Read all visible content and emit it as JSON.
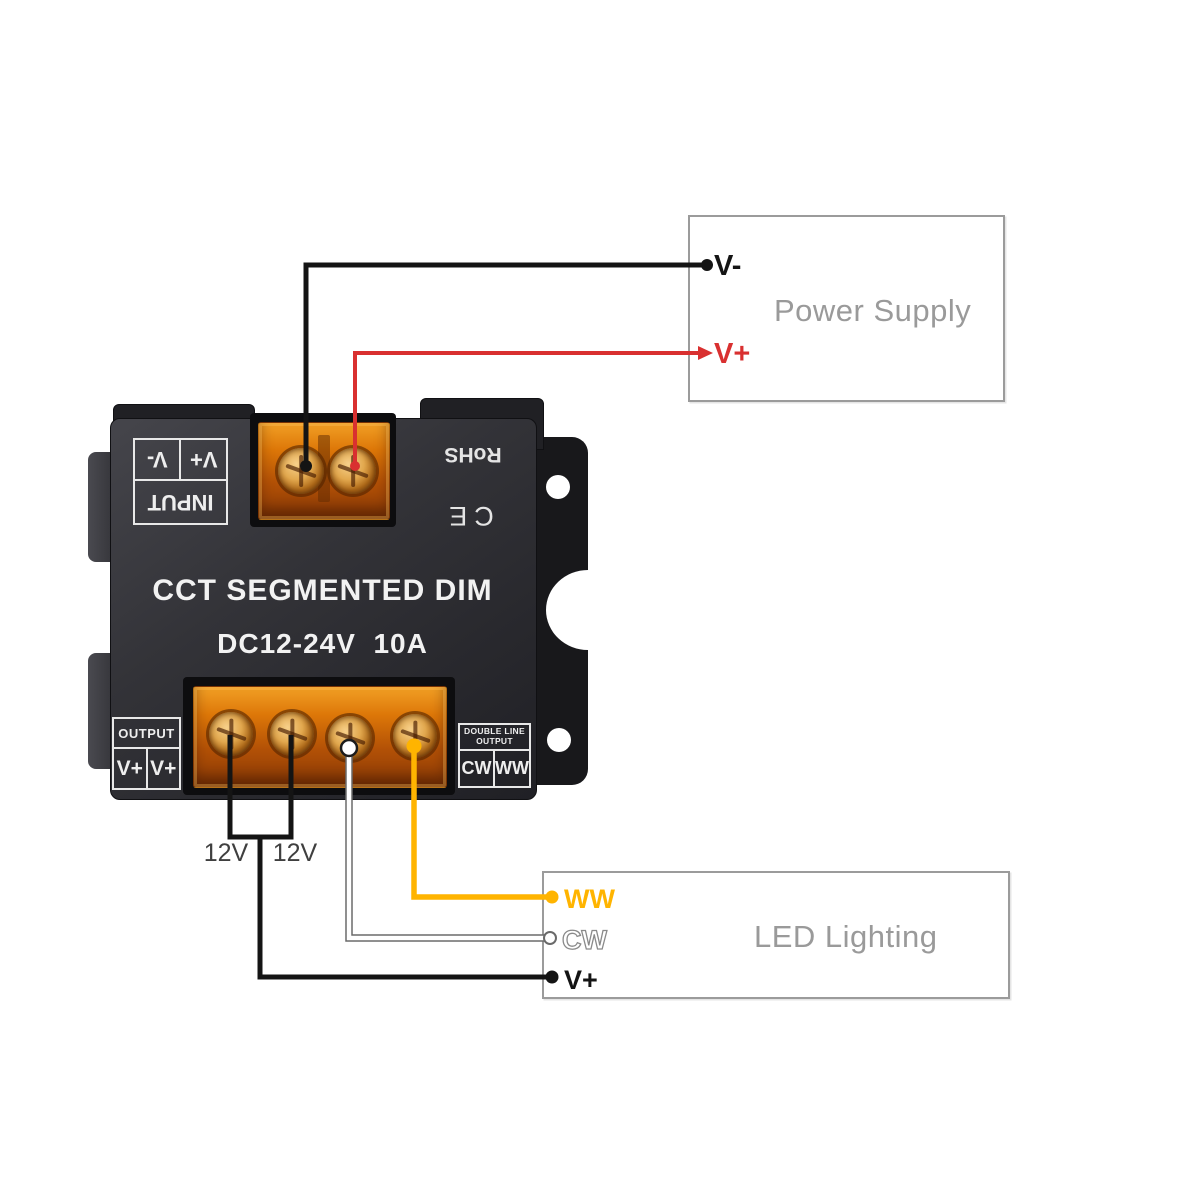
{
  "colors": {
    "wire_black": "#141414",
    "wire_red": "#d93030",
    "wire_yellow": "#ffb400",
    "wire_white": "#ffffff",
    "wire_white_outline": "#6a6a6a",
    "box_border": "#9b9b9b",
    "muted_text": "#9a9a9a",
    "terminal_orange": "#dd7708"
  },
  "power_supply": {
    "title": "Power Supply",
    "v_minus": "V-",
    "v_plus": "V+"
  },
  "led_lighting": {
    "title": "LED Lighting",
    "ww": "WW",
    "cw": "CW",
    "v_plus": "V+"
  },
  "controller": {
    "title": "CCT SEGMENTED DIM",
    "rating": "DC12-24V  10A",
    "rohs": "RoHS",
    "ce": "CE",
    "input": {
      "label": "INPUT",
      "v_minus": "V-",
      "v_plus": "V+"
    },
    "output": {
      "label": "OUTPUT",
      "t1": "V+",
      "t2": "V+"
    },
    "double_line": {
      "line1": "DOUBLE LINE",
      "line2": "OUTPUT",
      "cw": "CW",
      "ww": "WW"
    }
  },
  "annotations": {
    "branch_left": "12V",
    "branch_right": "12V"
  }
}
